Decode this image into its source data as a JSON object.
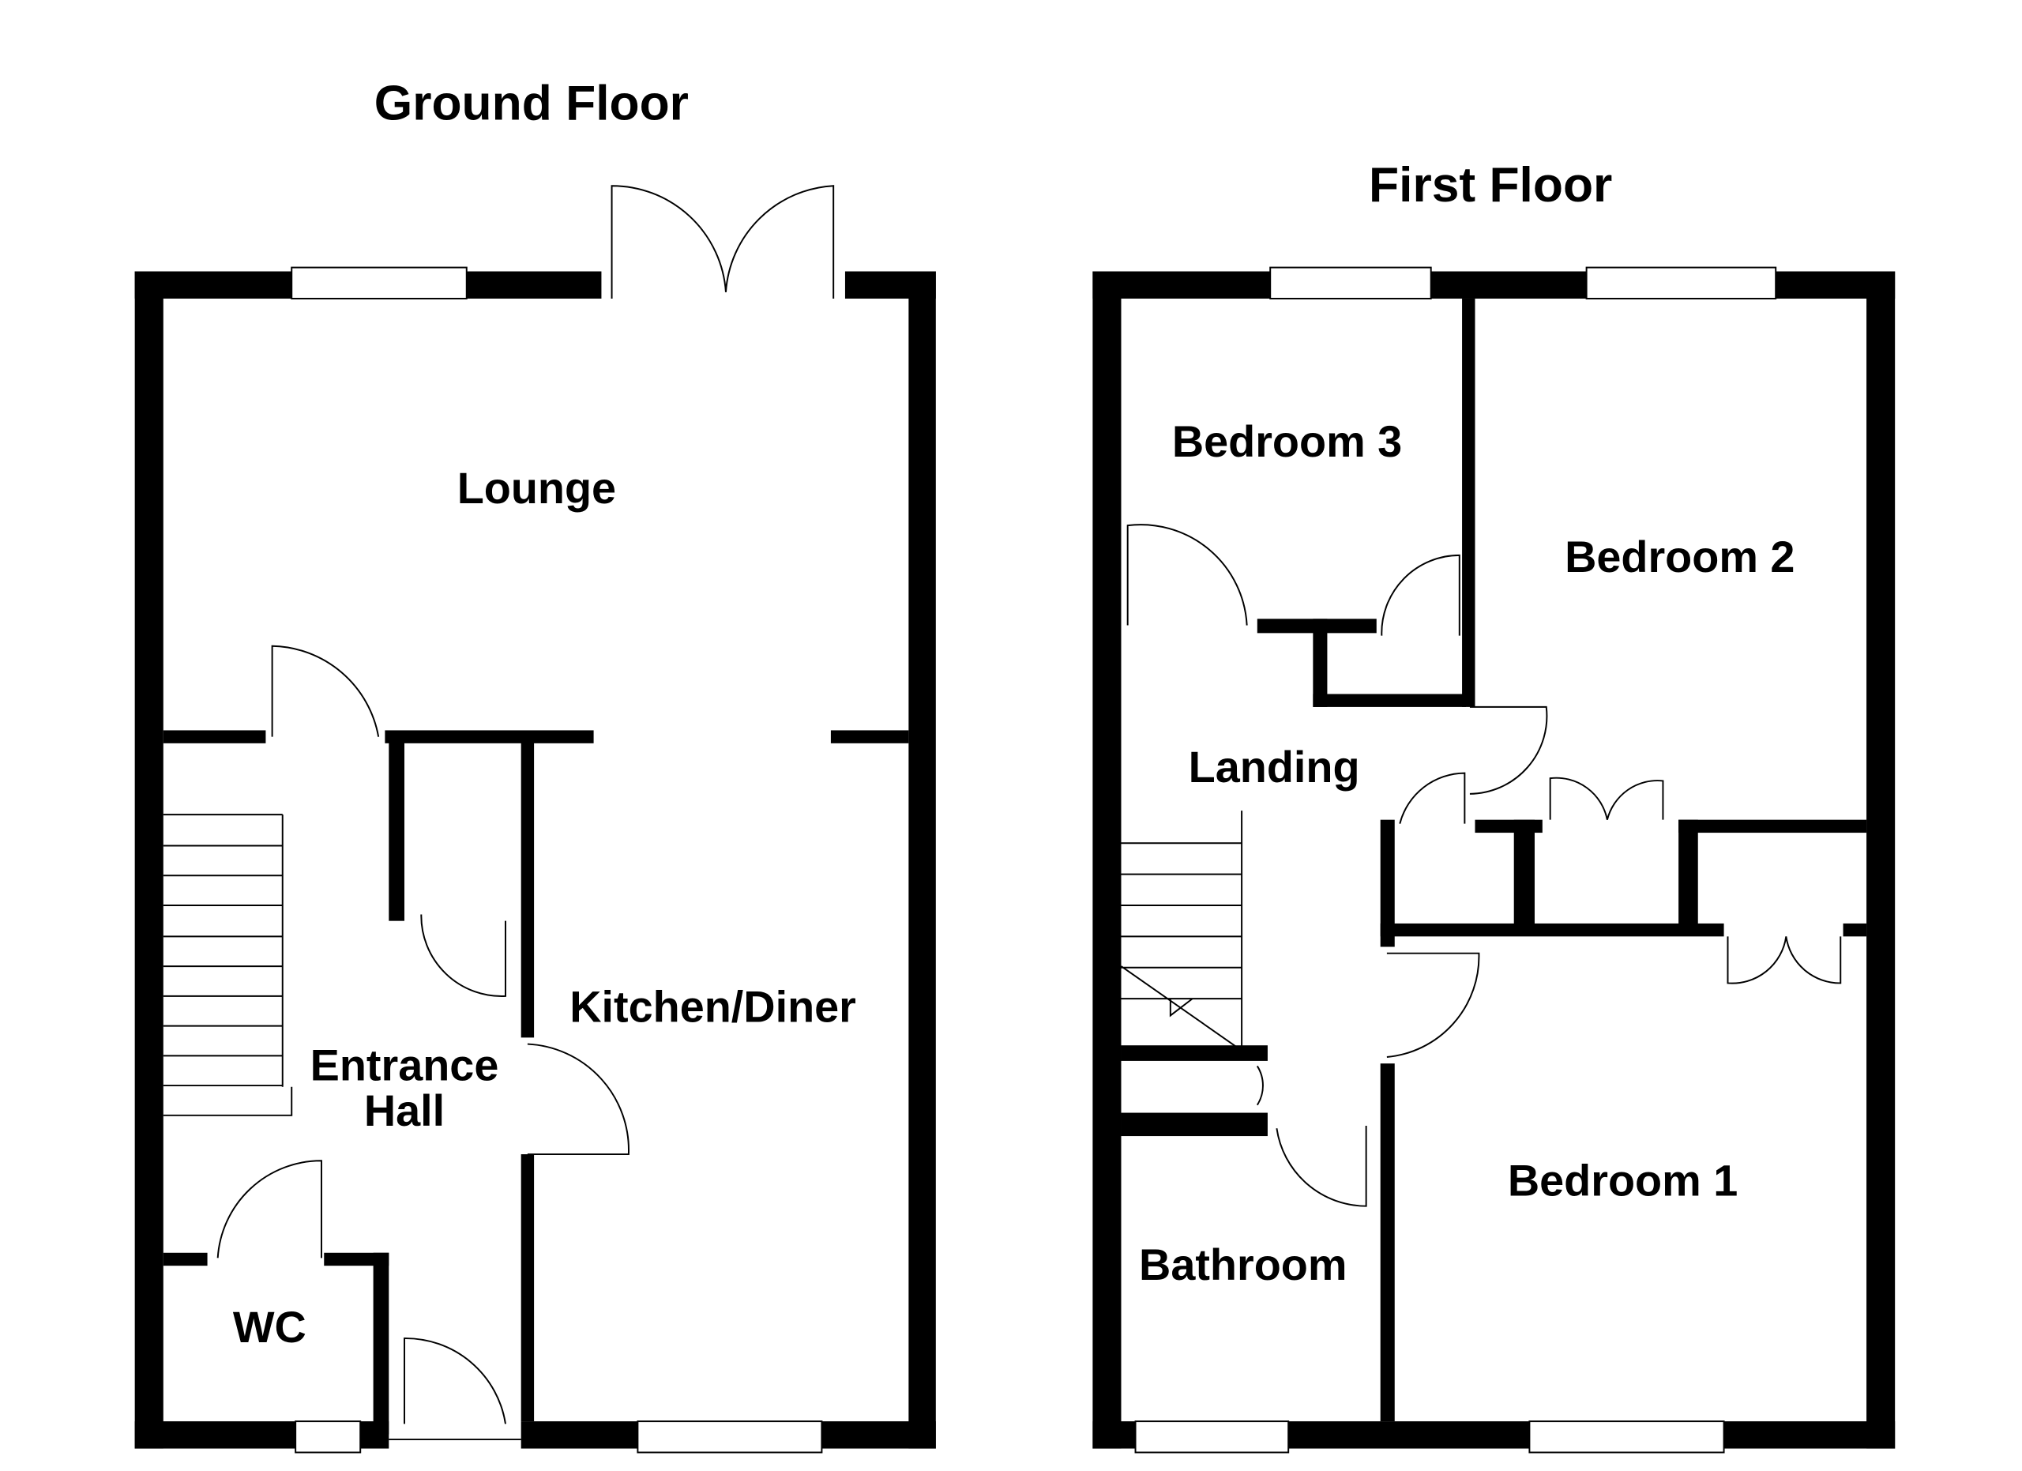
{
  "ground_floor": {
    "title": "Ground Floor",
    "rooms": {
      "lounge": "Lounge",
      "kitchen": "Kitchen/Diner",
      "hall_line1": "Entrance",
      "hall_line2": "Hall",
      "wc": "WC"
    }
  },
  "first_floor": {
    "title": "First Floor",
    "rooms": {
      "bedroom3": "Bedroom 3",
      "bedroom2": "Bedroom 2",
      "landing": "Landing",
      "bedroom1": "Bedroom 1",
      "bathroom": "Bathroom"
    }
  }
}
